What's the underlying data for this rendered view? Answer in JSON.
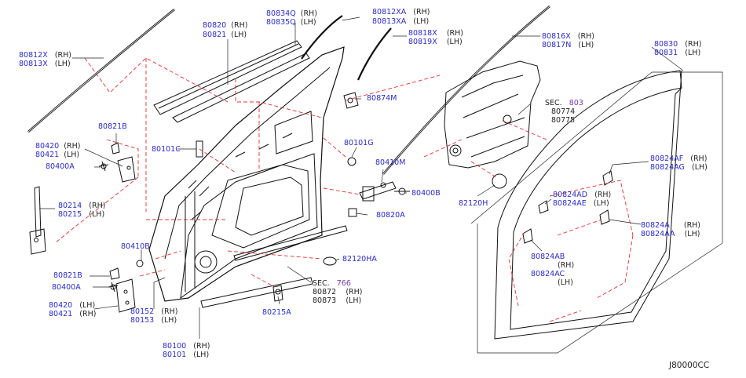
{
  "diagram_code": "J80000CC",
  "section_refs": [
    {
      "prefix": "SEC.",
      "number": "803",
      "parts": [
        "80774",
        "80775"
      ]
    },
    {
      "prefix": "SEC.",
      "number": "766",
      "parts": [
        "80872",
        "80873"
      ]
    }
  ],
  "labels": {
    "l1": {
      "pn": "80820",
      "side": "(RH)"
    },
    "l2": {
      "pn": "80821",
      "side": "(LH)"
    },
    "l3": {
      "pn": "80834Q",
      "side": "(RH)"
    },
    "l4": {
      "pn": "80835Q",
      "side": "(LH)"
    },
    "l5": {
      "pn": "80812XA",
      "side": "(RH)"
    },
    "l6": {
      "pn": "80813XA",
      "side": "(LH)"
    },
    "l7": {
      "pn": "80818X",
      "side": "(RH)"
    },
    "l8": {
      "pn": "80819X",
      "side": "(LH)"
    },
    "l9": {
      "pn": "80816X",
      "side": "(RH)"
    },
    "l10": {
      "pn": "80817N",
      "side": "(LH)"
    },
    "l11": {
      "pn": "80830",
      "side": "(RH)"
    },
    "l12": {
      "pn": "80831",
      "side": "(LH)"
    },
    "l13": {
      "pn": "80812X",
      "side": "(RH)"
    },
    "l14": {
      "pn": "80813X",
      "side": "(LH)"
    },
    "l15": {
      "pn": "80874M",
      "side": ""
    },
    "l16": {
      "pn": "80821B",
      "side": ""
    },
    "l17": {
      "pn": "80420",
      "side": "(RH)"
    },
    "l18": {
      "pn": "80421",
      "side": "(LH)"
    },
    "l19": {
      "pn": "80400A",
      "side": ""
    },
    "l20": {
      "pn": "80101C",
      "side": ""
    },
    "l21": {
      "pn": "80101G",
      "side": ""
    },
    "l22": {
      "pn": "80410M",
      "side": ""
    },
    "l23": {
      "pn": "80400B",
      "side": ""
    },
    "l24": {
      "pn": "80820A",
      "side": ""
    },
    "l25": {
      "pn": "82120H",
      "side": ""
    },
    "l26": {
      "pn": "80214",
      "side": "(RH)"
    },
    "l27": {
      "pn": "80215",
      "side": "(LH)"
    },
    "l28": {
      "pn": "80410B",
      "side": ""
    },
    "l29": {
      "pn": "82120HA",
      "side": ""
    },
    "l30": {
      "pn": "80821B",
      "side": ""
    },
    "l31": {
      "pn": "80400A",
      "side": ""
    },
    "l32": {
      "pn": "80420",
      "side": "(LH)"
    },
    "l33": {
      "pn": "80421",
      "side": "(RH)"
    },
    "l34": {
      "pn": "80152",
      "side": "(RH)"
    },
    "l35": {
      "pn": "80153",
      "side": "(LH)"
    },
    "l36": {
      "pn": "80215A",
      "side": ""
    },
    "l37": {
      "pn": "80100",
      "side": "(RH)"
    },
    "l38": {
      "pn": "80101",
      "side": "(LH)"
    },
    "l39": {
      "pn": "80824AF",
      "side": "(RH)"
    },
    "l40": {
      "pn": "80824AG",
      "side": "(LH)"
    },
    "l41": {
      "pn": "80824AD",
      "side": "(RH)"
    },
    "l42": {
      "pn": "80824AE",
      "side": "(LH)"
    },
    "l43": {
      "pn": "80824A",
      "side": "(RH)"
    },
    "l44": {
      "pn": "80824AA",
      "side": "(LH)"
    },
    "l45": {
      "pn": "80824AB",
      "side": ""
    },
    "l46": {
      "pn": "",
      "side": "(RH)"
    },
    "l47": {
      "pn": "80824AC",
      "side": ""
    },
    "l48": {
      "pn": "",
      "side": "(LH)"
    }
  }
}
